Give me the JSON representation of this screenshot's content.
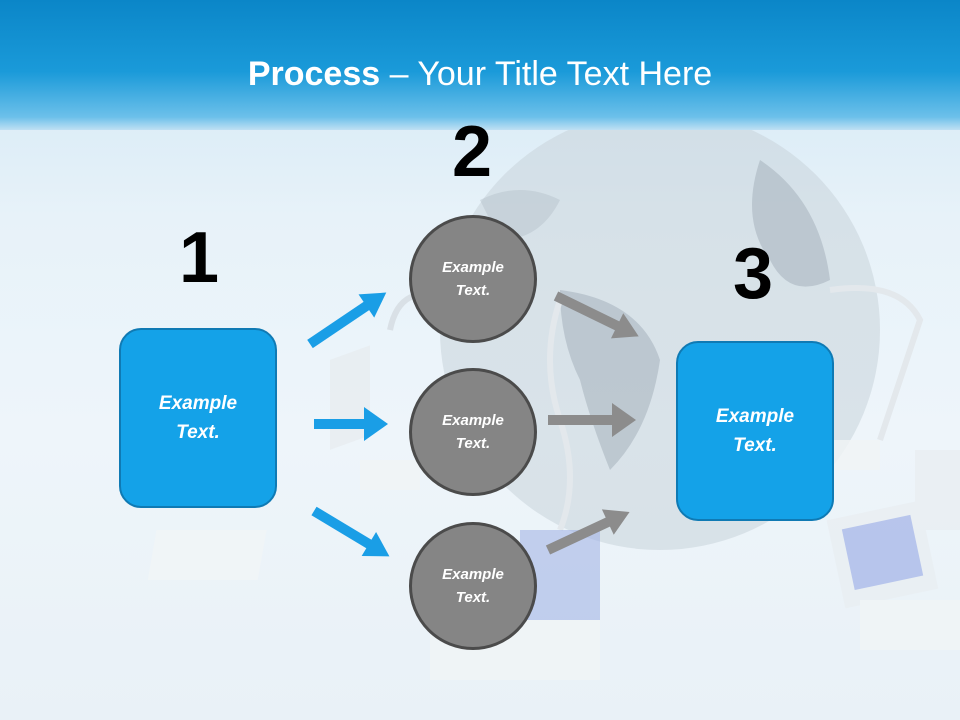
{
  "title": {
    "bold": "Process",
    "rest": " – Your Title Text Here"
  },
  "steps": {
    "one": "1",
    "two": "2",
    "three": "3"
  },
  "left_box": {
    "line1": "Example",
    "line2": "Text."
  },
  "right_box": {
    "line1": "Example",
    "line2": "Text."
  },
  "circles": [
    {
      "line1": "Example",
      "line2": "Text."
    },
    {
      "line1": "Example",
      "line2": "Text."
    },
    {
      "line1": "Example",
      "line2": "Text."
    }
  ],
  "colors": {
    "blue": "#14a2e8",
    "circle_gray": "#858585",
    "arrow_blue": "#1a9ee6",
    "arrow_gray": "#8c8c8c"
  }
}
